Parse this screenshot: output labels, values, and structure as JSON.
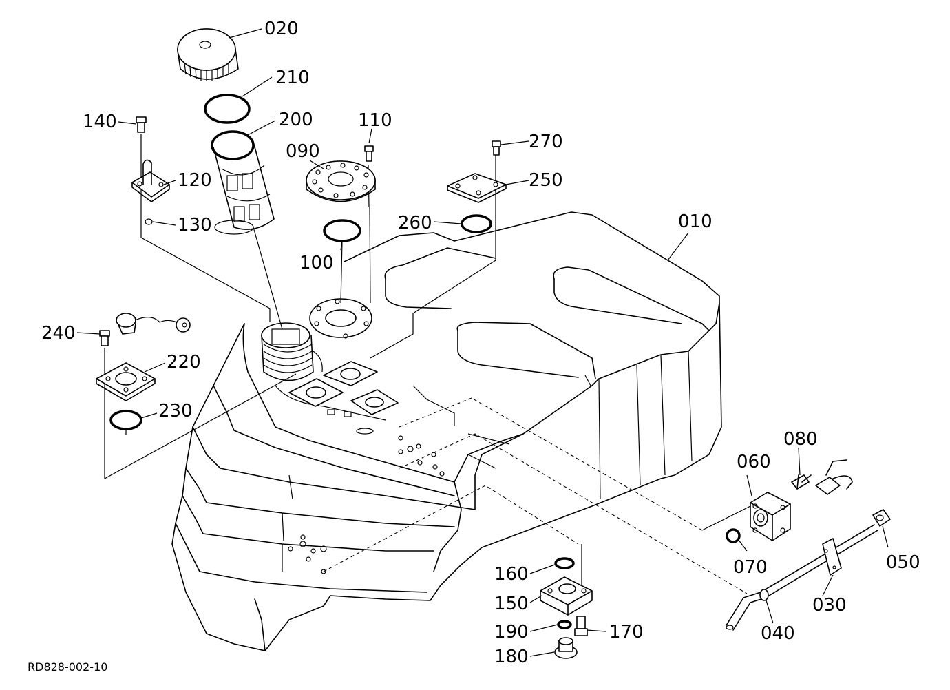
{
  "diagram": {
    "drawing_code": "RD828-002-10",
    "parts": [
      {
        "key": "p010",
        "label": "010",
        "component": "fuel-tank"
      },
      {
        "key": "p020",
        "label": "020",
        "component": "fuel-cap"
      },
      {
        "key": "p030",
        "label": "030",
        "component": "suction-pipe"
      },
      {
        "key": "p040",
        "label": "040",
        "component": "pipe-clamp"
      },
      {
        "key": "p050",
        "label": "050",
        "component": "pipe-fitting"
      },
      {
        "key": "p060",
        "label": "060",
        "component": "drain-flange"
      },
      {
        "key": "p070",
        "label": "070",
        "component": "o-ring"
      },
      {
        "key": "p080",
        "label": "080",
        "component": "drain-fitting"
      },
      {
        "key": "p090",
        "label": "090",
        "component": "flange-plate"
      },
      {
        "key": "p100",
        "label": "100",
        "component": "o-ring"
      },
      {
        "key": "p110",
        "label": "110",
        "component": "bolt"
      },
      {
        "key": "p120",
        "label": "120",
        "component": "return-pipe-flange"
      },
      {
        "key": "p130",
        "label": "130",
        "component": "o-ring"
      },
      {
        "key": "p140",
        "label": "140",
        "component": "bolt"
      },
      {
        "key": "p150",
        "label": "150",
        "component": "bottom-flange"
      },
      {
        "key": "p160",
        "label": "160",
        "component": "o-ring"
      },
      {
        "key": "p170",
        "label": "170",
        "component": "bolt"
      },
      {
        "key": "p180",
        "label": "180",
        "component": "drain-plug"
      },
      {
        "key": "p190",
        "label": "190",
        "component": "o-ring"
      },
      {
        "key": "p200",
        "label": "200",
        "component": "strainer"
      },
      {
        "key": "p210",
        "label": "210",
        "component": "gasket"
      },
      {
        "key": "p220",
        "label": "220",
        "component": "level-sensor"
      },
      {
        "key": "p230",
        "label": "230",
        "component": "o-ring"
      },
      {
        "key": "p240",
        "label": "240",
        "component": "bolt"
      },
      {
        "key": "p250",
        "label": "250",
        "component": "cover-plate"
      },
      {
        "key": "p260",
        "label": "260",
        "component": "o-ring"
      },
      {
        "key": "p270",
        "label": "270",
        "component": "bolt"
      }
    ]
  }
}
